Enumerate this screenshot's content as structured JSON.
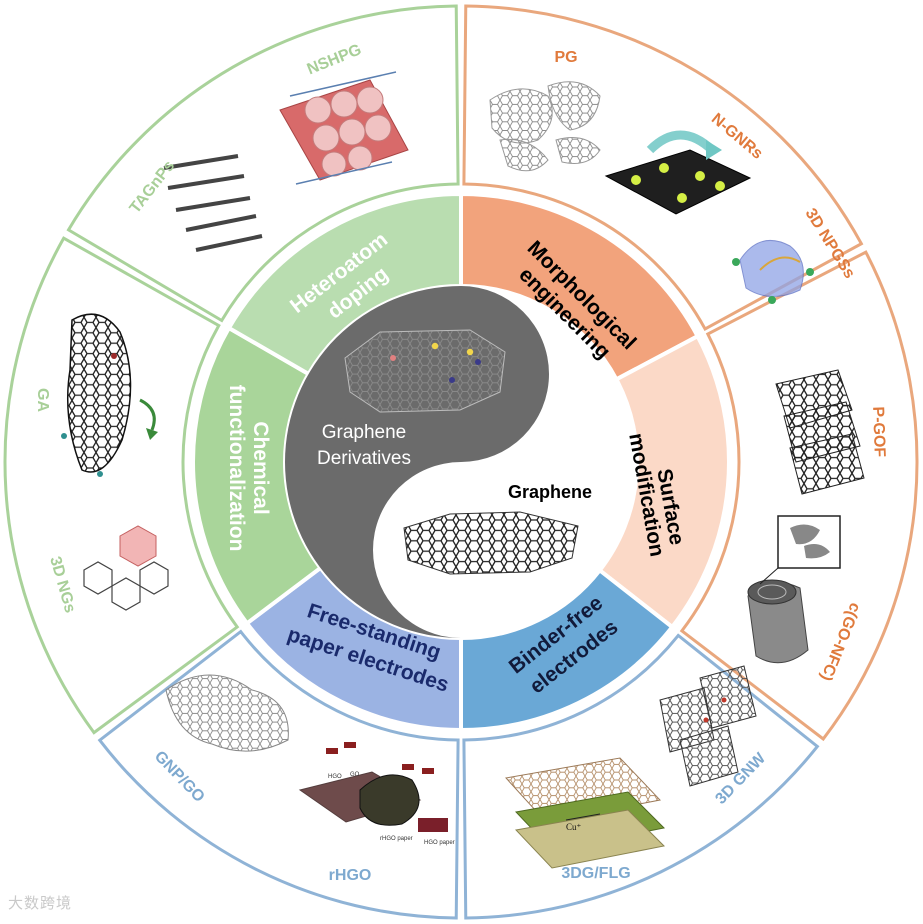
{
  "center": {
    "derivatives_label_line1": "Graphene",
    "derivatives_label_line2": "Derivatives",
    "graphene_label": "Graphene"
  },
  "segments": [
    {
      "key": "morphological",
      "line1": "Morphological",
      "line2": "engineering",
      "fill": "#f2a37c",
      "text_color": "#000000"
    },
    {
      "key": "surface",
      "line1": "Surface",
      "line2": "modification",
      "fill": "#fbd9c7",
      "text_color": "#000000"
    },
    {
      "key": "binder_free",
      "line1": "Binder-free",
      "line2": "electrodes",
      "fill": "#6aa8d6",
      "text_color": "#111a3a"
    },
    {
      "key": "free_standing",
      "line1": "Free-standing",
      "line2": "paper electrodes",
      "fill": "#9bb3e3",
      "text_color": "#1a2a6c"
    },
    {
      "key": "chemical",
      "line1": "Chemical",
      "line2": "functionalization",
      "fill": "#a9d59a",
      "text_color": "#ffffff"
    },
    {
      "key": "heteroatom",
      "line1": "Heteroatom",
      "line2": "doping",
      "fill": "#b9ddb0",
      "text_color": "#ffffff"
    }
  ],
  "outer_labels": {
    "pg": "PG",
    "n_gnrs": "N-GNRs",
    "npgss": "3D NPGSs",
    "p_gof": "P-GOF",
    "gonfc": "c(GO-NFC)",
    "gnw": "3D GNW",
    "dgflg": "3DG/FLG",
    "rhgo": "rHGO",
    "gnpgo": "GNP/GO",
    "ngs": "3D NGs",
    "ga": "GA",
    "tagnps": "TAGnPs",
    "nshpg": "NSHPG"
  },
  "small_labels": {
    "rhgo_paper": "rHGO paper",
    "hgo_paper": "HGO paper",
    "hgo": "HGO",
    "go": "GO",
    "cu_plus": "Cu⁺"
  },
  "watermark": "大数跨境",
  "colors": {
    "orange_text": "#e07a3c",
    "orange_border": "#e9a77d",
    "green_text": "#a8cf98",
    "green_border": "#a9d29a",
    "blue_text": "#7ea9cf",
    "blue_border": "#8fb3d6",
    "center_dark": "#6b6b6b"
  }
}
